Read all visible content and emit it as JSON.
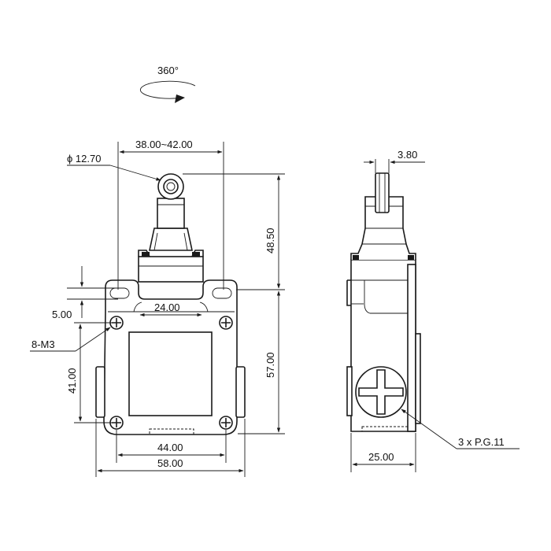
{
  "labels": {
    "rotation": "360°",
    "roller_diameter": "ϕ 12.70",
    "mount_span": "38.00~42.00",
    "hole_offset": "5.00",
    "top_width": "24.00",
    "screws": "8-M3",
    "screw_vertical": "41.00",
    "actuator_height": "48.50",
    "body_height": "57.00",
    "screw_horizontal": "44.00",
    "overall_width": "58.00",
    "roller_width": "3.80",
    "side_depth": "25.00",
    "conduit": "3 x P.G.11"
  }
}
